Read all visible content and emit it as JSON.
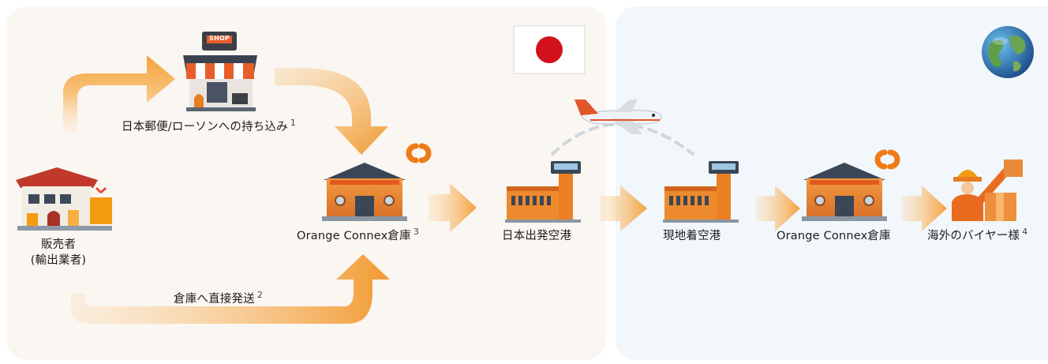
{
  "regions": {
    "japan": {
      "flag": "japan-flag",
      "color": "#faf6f1"
    },
    "overseas": {
      "icon": "globe-icon",
      "color": "#f1f7fb"
    }
  },
  "colors": {
    "accent": "#f5a43c",
    "accent_dark": "#ee7d1b",
    "brand": "#f07a1a"
  },
  "shop_sign": "SHOP",
  "nodes": {
    "seller": {
      "line1": "販売者",
      "line2": "(輸出業者)"
    },
    "store_route": {
      "text": "日本郵便/ローソンへの持ち込み",
      "note": "1"
    },
    "direct_route": {
      "text": "倉庫へ直接発送",
      "note": "2"
    },
    "warehouse_jp": {
      "text": "Orange Connex倉庫",
      "note": "3"
    },
    "airport_jp": {
      "text": "日本出発空港"
    },
    "airport_dest": {
      "text": "現地着空港"
    },
    "warehouse_dest": {
      "text": "Orange Connex倉庫"
    },
    "buyer": {
      "text": "海外のバイヤー様",
      "note": "4"
    }
  }
}
